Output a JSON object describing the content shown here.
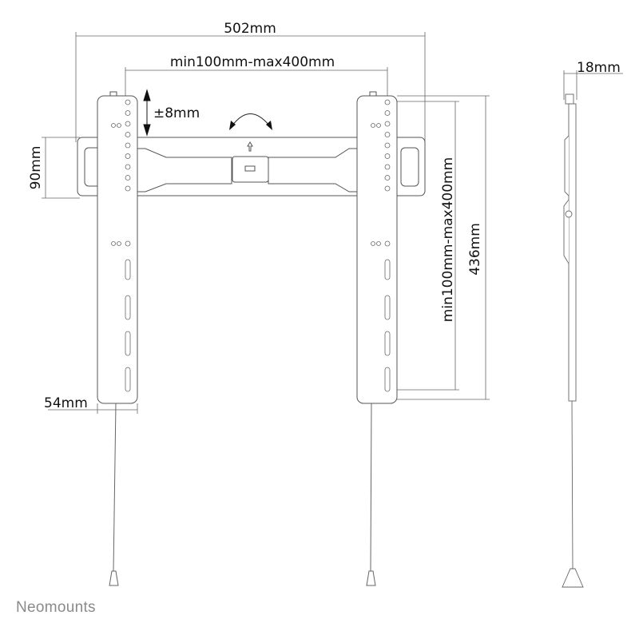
{
  "dimensions": {
    "total_width": "502mm",
    "horizontal_vesa": "min100mm-max400mm",
    "vertical_adjust": "±8mm",
    "plate_height": "90mm",
    "arm_width": "54mm",
    "vertical_vesa": "min100mm-max400mm",
    "arm_height": "436mm",
    "depth": "18mm"
  },
  "brand": {
    "name": "Neomounts"
  },
  "colors": {
    "line": "#555555",
    "text": "#111111",
    "logo": "#8a8a8a"
  }
}
